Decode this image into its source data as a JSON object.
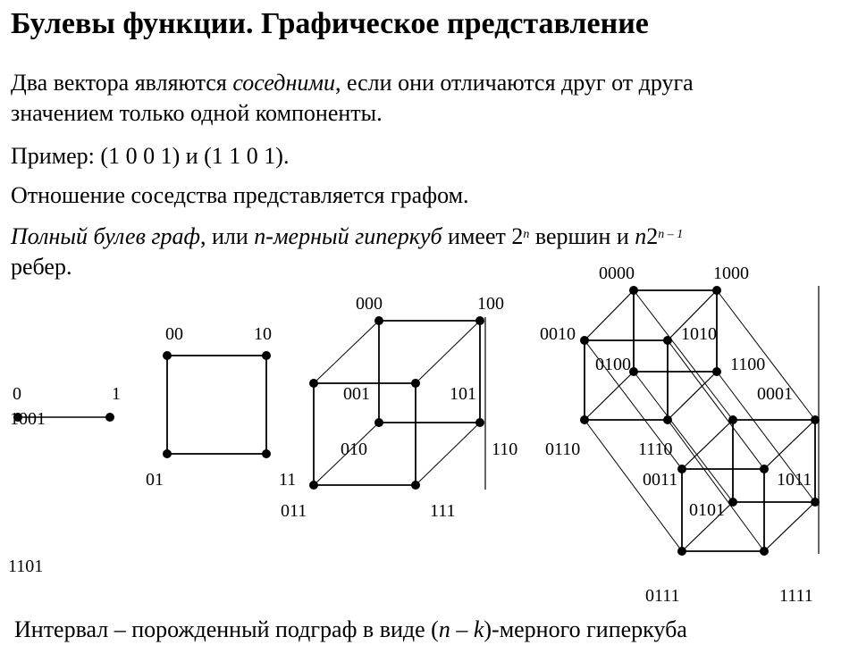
{
  "title": "Булевы функции. Графическое представление",
  "para1": {
    "a": "Два вектора являются ",
    "b": "соседними",
    "c": ", если они отличаются друг от друга",
    "d": "значением только одной компоненты."
  },
  "para2": "Пример: (1 0 0 1) и (1 1 0 1).",
  "para3": "Отношение соседства представляется графом.",
  "para4": {
    "a": "Полный булев граф",
    "b": ", или ",
    "c": "n-мерный гиперкуб",
    "d": " имеет 2",
    "e": "n",
    "f": " вершин и ",
    "g": "n",
    "h": "2",
    "i": "n – 1",
    "j": "ребер."
  },
  "footer": {
    "a": "Интервал – порожденный подграф в виде (",
    "b": "n – k",
    "c": ")-мерного гиперкуба"
  },
  "labels": {
    "l0": "0",
    "l1": "1",
    "l1001": "1001",
    "l1101": "1101",
    "l00": "00",
    "l10": "10",
    "l01": "01",
    "l11": "11",
    "l000": "000",
    "l100": "100",
    "l001": "001",
    "l101": "101",
    "l010": "010",
    "l110": "110",
    "l011": "011",
    "l111": "111",
    "l0000": "0000",
    "l1000": "1000",
    "l0010": "0010",
    "l1010": "1010",
    "l0100": "0100",
    "l1100": "1100",
    "l0001": "0001",
    "l0110": "0110",
    "l1110": "1110",
    "l0011": "0011",
    "l1011": "1011",
    "l0101": "0101",
    "l0111": "0111",
    "l1111": "1111"
  }
}
